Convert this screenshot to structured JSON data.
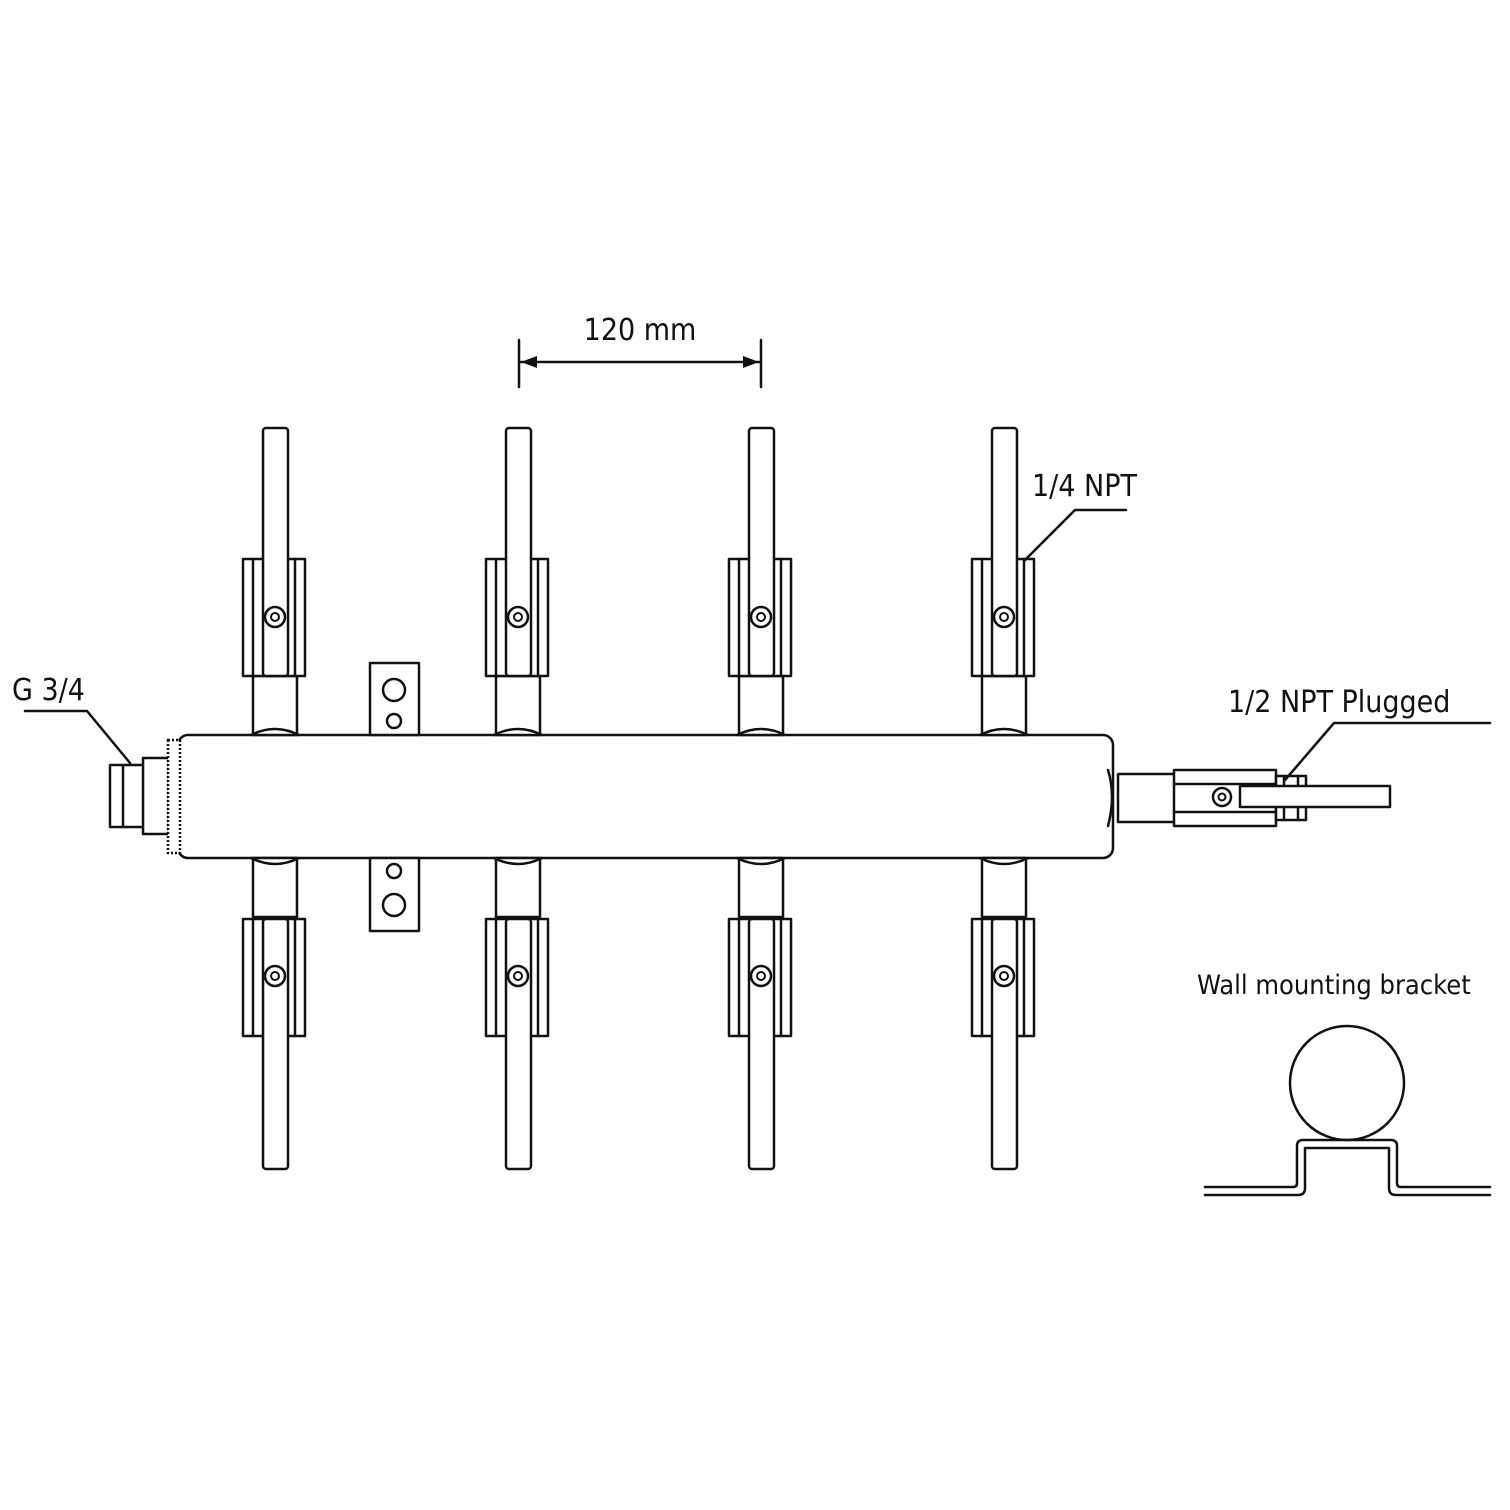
{
  "labels": {
    "spacing": "120 mm",
    "inlet": "G 3/4",
    "outlet_ports": "1/4 NPT",
    "end_port": "1/2 NPT Plugged",
    "bracket": "Wall mounting bracket"
  },
  "manifold": {
    "valves_top": 4,
    "valves_bottom": 4
  },
  "colors": {
    "line": "#111111",
    "background": "#ffffff"
  }
}
